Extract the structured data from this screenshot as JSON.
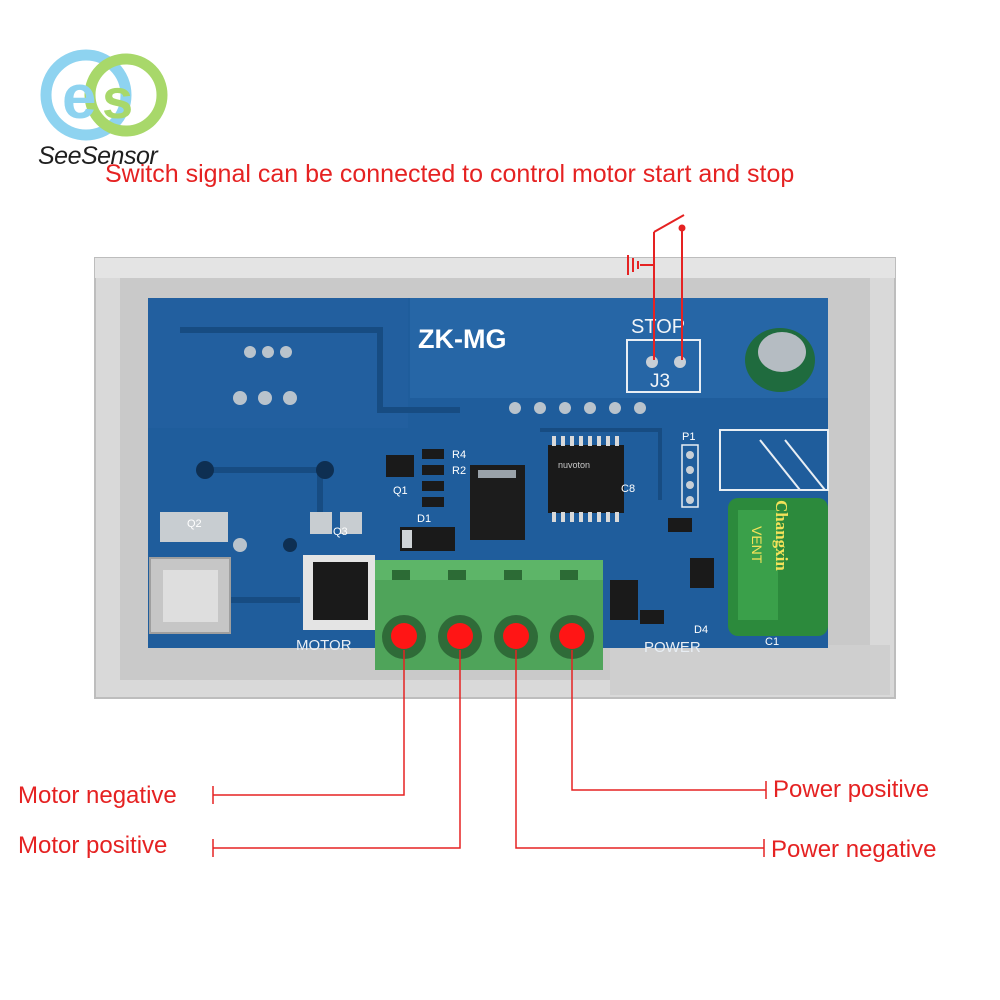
{
  "brand": {
    "name": "SeeSensor"
  },
  "headline": "Switch signal can be connected to control motor start and stop",
  "board": {
    "model": "ZK-MG",
    "stop_label": "STOP",
    "jumper_label": "J3",
    "motor_silk": "MOTOR",
    "power_silk": "POWER",
    "chip_brand": "nuvoton",
    "capacitor_brand": "Changxin",
    "capacitor_vent": "VENT",
    "refs": {
      "r4": "R4",
      "r2": "R2",
      "q1": "Q1",
      "q2": "Q2",
      "q3": "Q3",
      "d1": "D1",
      "d4": "D4",
      "c8": "C8",
      "p1": "P1",
      "c1": "C1"
    }
  },
  "terminals": {
    "motor_negative": "Motor negative",
    "motor_positive": "Motor positive",
    "power_positive": "Power positive",
    "power_negative": "Power negative"
  },
  "colors": {
    "annotation": "#e52222",
    "pcb": "#1f5d9c",
    "terminal_block": "#4fa45a",
    "enclosure": "#d6d6d6"
  }
}
